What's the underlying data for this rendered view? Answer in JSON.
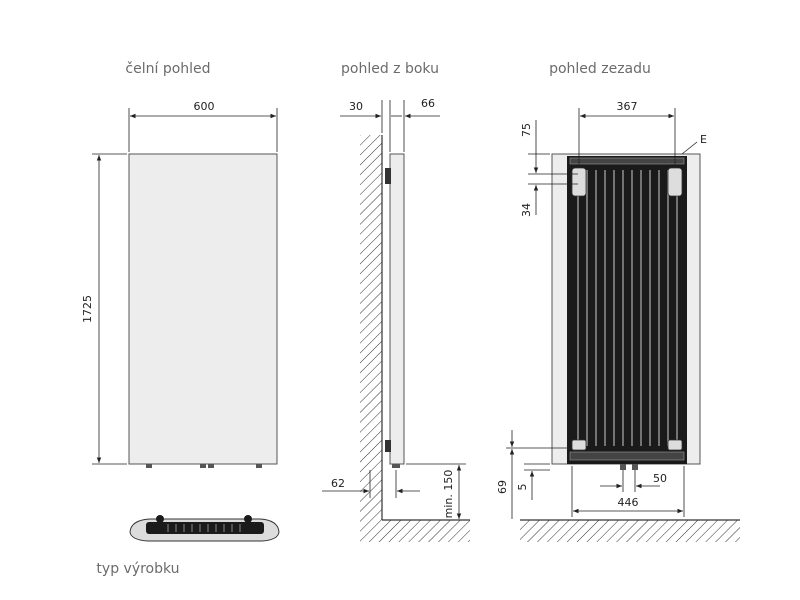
{
  "views": {
    "front": {
      "title": "čelní pohled",
      "width": "600",
      "height": "1725"
    },
    "side": {
      "title": "pohled z boku",
      "dim_left": "30",
      "dim_right": "66",
      "dim_bottom": "62",
      "dim_min": "min. 150"
    },
    "rear": {
      "title": "pohled zezadu",
      "dim_top": "367",
      "label_e": "E",
      "dim_75": "75",
      "dim_34": "34",
      "dim_69": "69",
      "dim_5": "5",
      "dim_50": "50",
      "dim_446": "446"
    }
  },
  "product_type": {
    "label": "typ výrobku"
  },
  "colors": {
    "panel": "#ededee",
    "panel_edge": "#555555",
    "dark": "#1a1a1a",
    "line": "#222222",
    "title": "#6b6b6b"
  }
}
